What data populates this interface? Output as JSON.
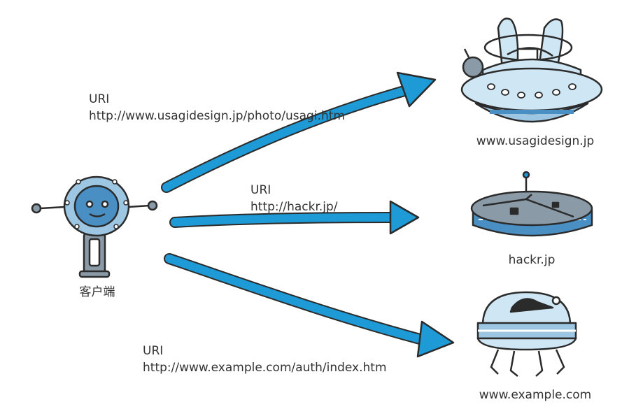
{
  "client": {
    "label": "客户端"
  },
  "requests": [
    {
      "uri_label": "URI",
      "uri": "http://www.usagidesign.jp/photo/usagi.htm"
    },
    {
      "uri_label": "URI",
      "uri": "http://hackr.jp/"
    },
    {
      "uri_label": "URI",
      "uri": "http://www.example.com/auth/index.htm"
    }
  ],
  "servers": [
    {
      "host": "www.usagidesign.jp"
    },
    {
      "host": "hackr.jp"
    },
    {
      "host": "www.example.com"
    }
  ],
  "colors": {
    "arrow": "#1e9ad6",
    "outline": "#2b2b2b",
    "body_light": "#cfe6f4",
    "body_mid": "#9cc6e2",
    "body_dark": "#4a8fc4",
    "grey": "#8a9aa6"
  }
}
